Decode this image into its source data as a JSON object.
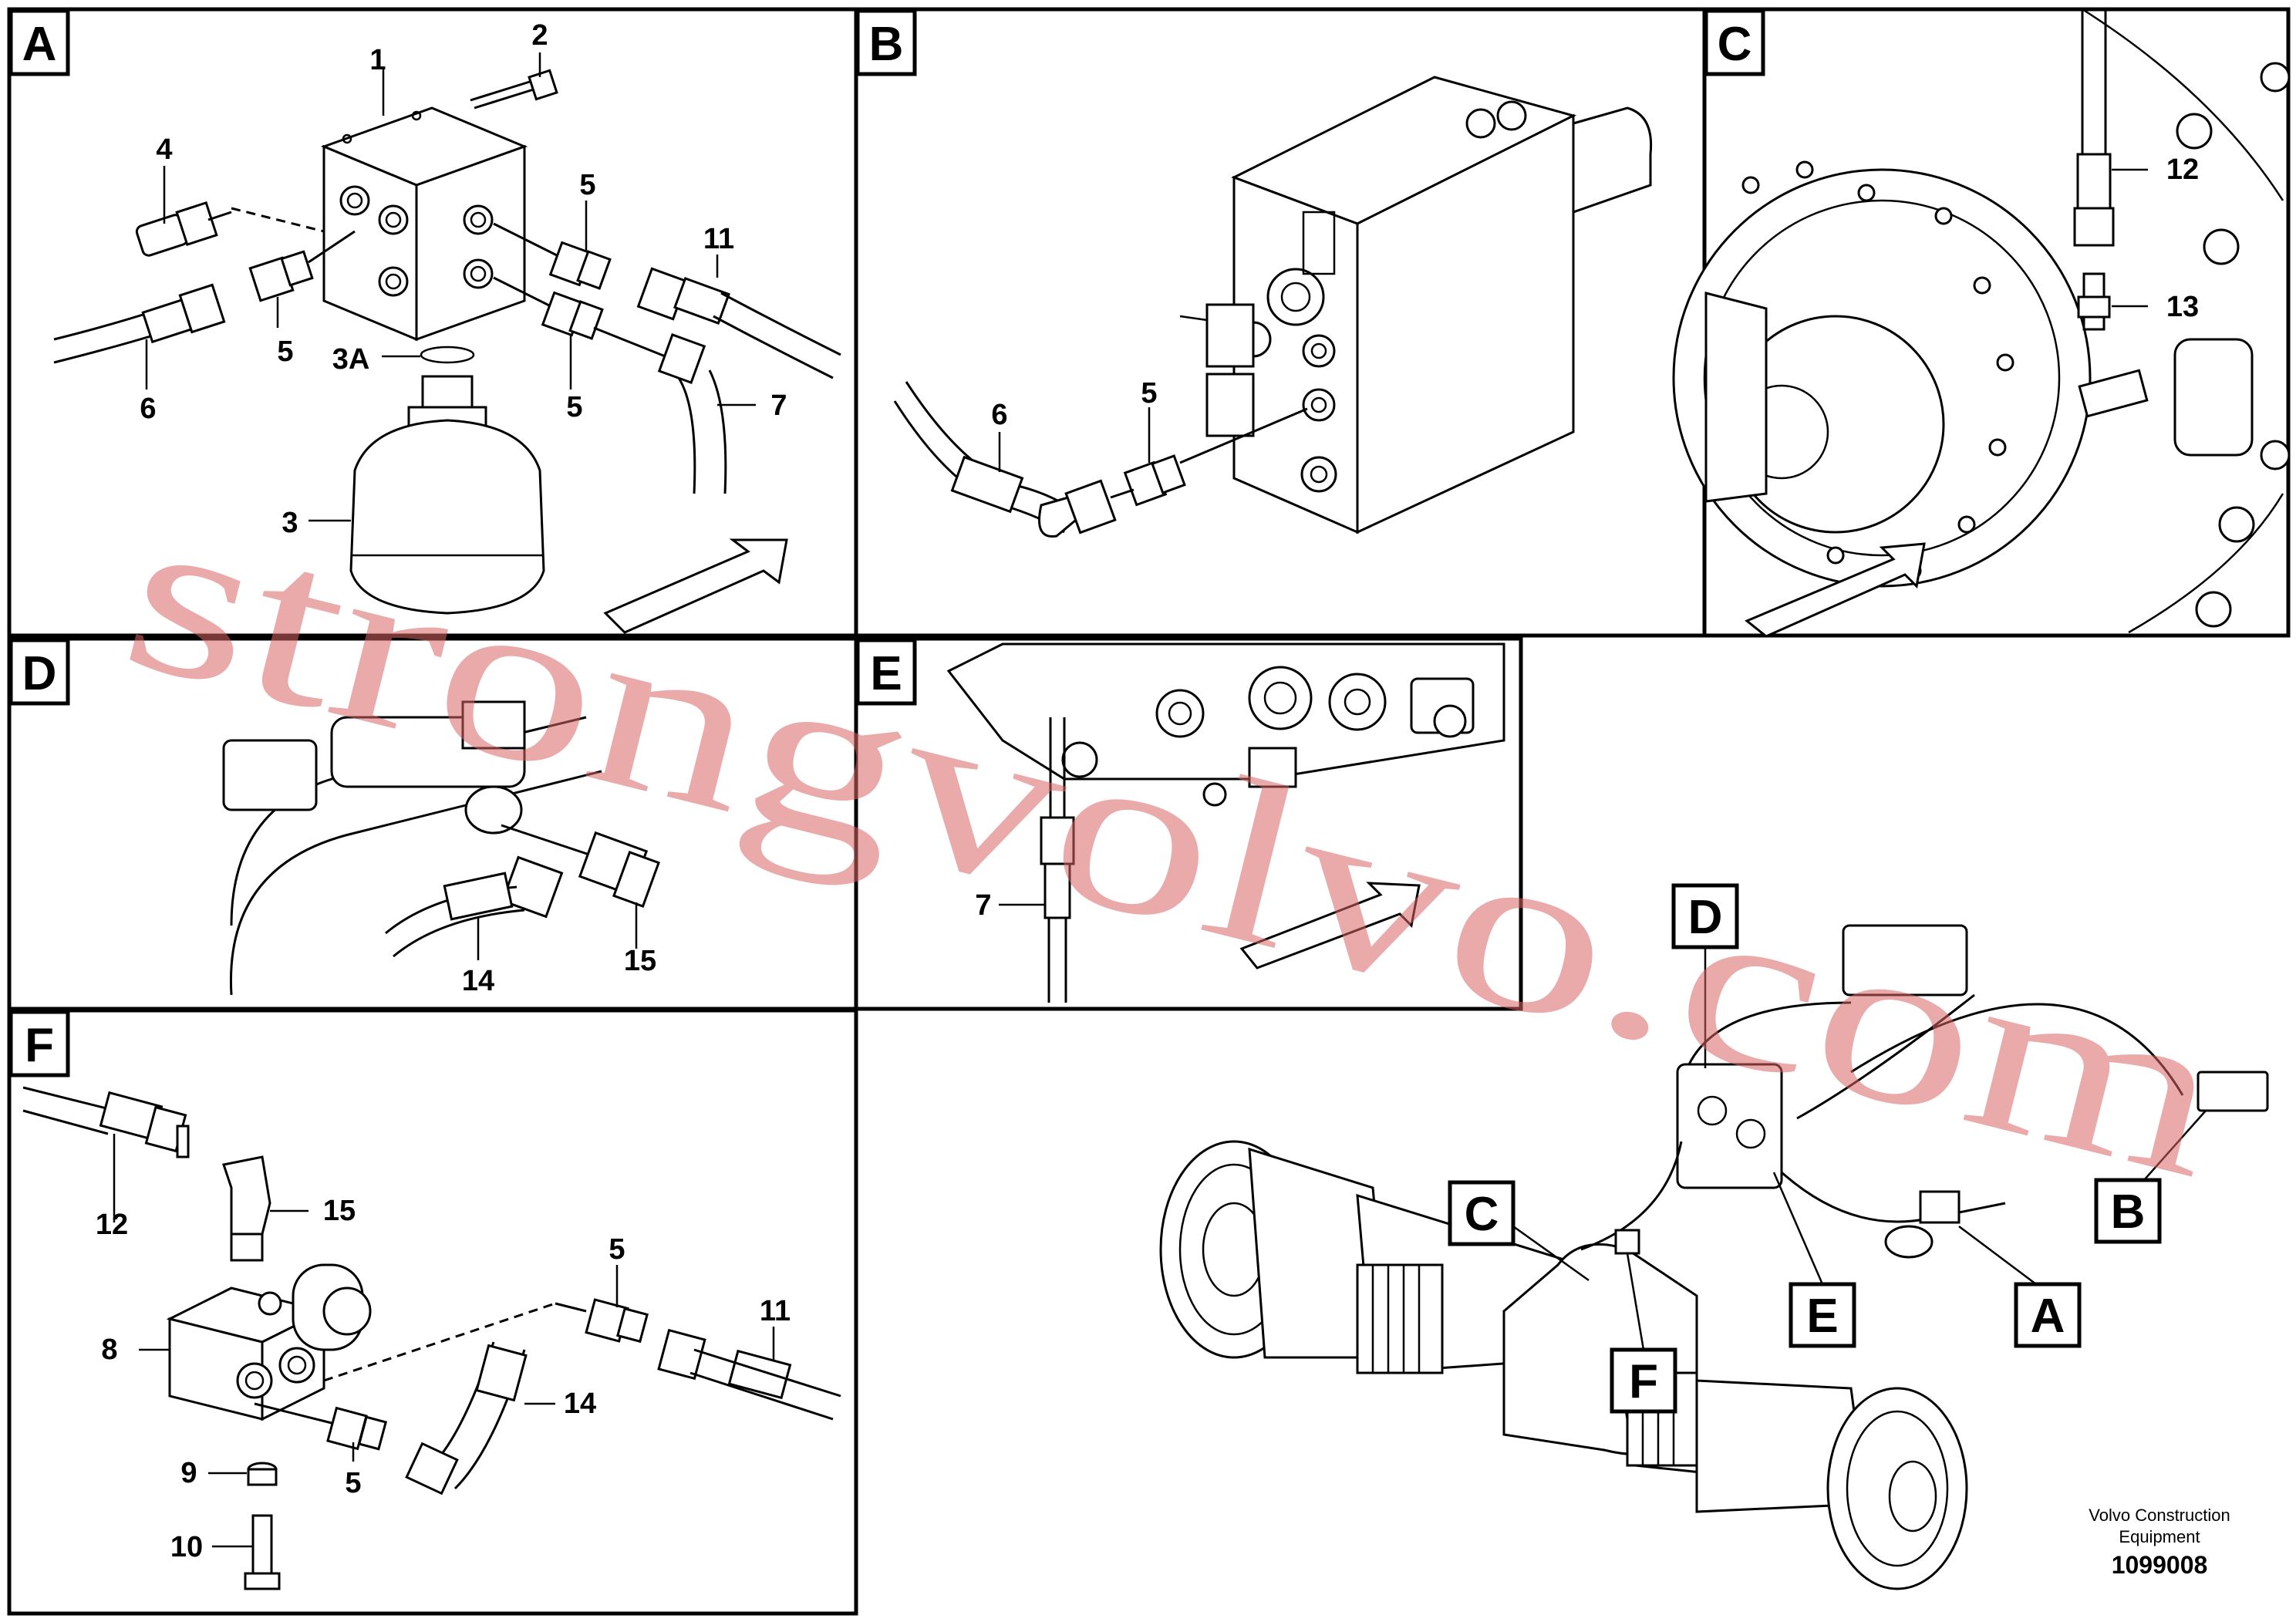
{
  "panels": {
    "A": {
      "letter": "A",
      "callouts": [
        "1",
        "2",
        "4",
        "5",
        "5",
        "5",
        "11",
        "6",
        "3A",
        "7",
        "3"
      ]
    },
    "B": {
      "letter": "B",
      "callouts": [
        "6",
        "5"
      ]
    },
    "C": {
      "letter": "C",
      "callouts": [
        "12",
        "13"
      ]
    },
    "D": {
      "letter": "D",
      "callouts": [
        "14",
        "15"
      ]
    },
    "E": {
      "letter": "E",
      "callouts": [
        "7"
      ]
    },
    "F": {
      "letter": "F",
      "callouts": [
        "12",
        "15",
        "5",
        "11",
        "8",
        "14",
        "9",
        "5",
        "10"
      ]
    }
  },
  "overview_labels": [
    "D",
    "C",
    "B",
    "E",
    "A",
    "F"
  ],
  "watermark": "strongvolvo.com",
  "credit": {
    "line1": "Volvo Construction",
    "line2": "Equipment",
    "number": "1099008"
  },
  "colors": {
    "ink": "#000000",
    "watermark": "#d96464",
    "background": "#ffffff"
  }
}
